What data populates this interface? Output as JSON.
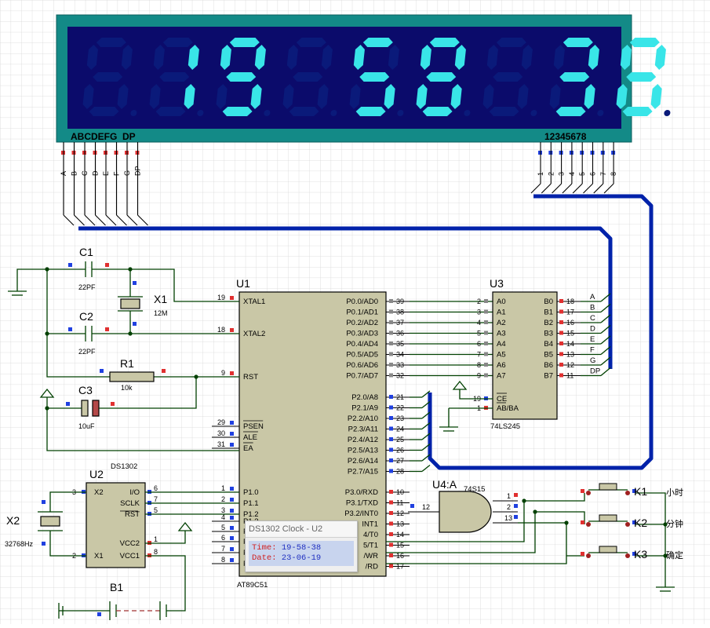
{
  "display": {
    "digits": [
      "",
      "1",
      "9",
      "",
      "5",
      "8",
      "",
      "3",
      "8"
    ],
    "segment_label": "ABCDEFG  DP",
    "digit_label": "12345678",
    "segment_pins": [
      "A",
      "B",
      "C",
      "D",
      "E",
      "F",
      "G",
      "DP"
    ],
    "digit_pins": [
      "1",
      "2",
      "3",
      "4",
      "5",
      "6",
      "7",
      "8"
    ],
    "colors": {
      "frame": "#138a87",
      "glass": "#0b0b6b",
      "seg_on": "#39e5e8",
      "seg_off": "#0a1a7a"
    }
  },
  "u1": {
    "ref": "U1",
    "part": "AT89C51",
    "left_pins": [
      {
        "num": "19",
        "name": "XTAL1"
      },
      {
        "num": "18",
        "name": "XTAL2"
      },
      {
        "num": "9",
        "name": "RST"
      },
      {
        "num": "29",
        "name": "PSEN"
      },
      {
        "num": "30",
        "name": "ALE"
      },
      {
        "num": "31",
        "name": "EA"
      },
      {
        "num": "1",
        "name": "P1.0"
      },
      {
        "num": "2",
        "name": "P1.1"
      },
      {
        "num": "3",
        "name": "P1.2"
      },
      {
        "num": "4",
        "name": "P1.3"
      },
      {
        "num": "5",
        "name": "P1.4"
      },
      {
        "num": "6",
        "name": "P1.5"
      },
      {
        "num": "7",
        "name": "P1.6"
      },
      {
        "num": "8",
        "name": "P1.7"
      }
    ],
    "right_pins": [
      {
        "num": "39",
        "name": "P0.0/AD0"
      },
      {
        "num": "38",
        "name": "P0.1/AD1"
      },
      {
        "num": "37",
        "name": "P0.2/AD2"
      },
      {
        "num": "36",
        "name": "P0.3/AD3"
      },
      {
        "num": "35",
        "name": "P0.4/AD4"
      },
      {
        "num": "34",
        "name": "P0.5/AD5"
      },
      {
        "num": "33",
        "name": "P0.6/AD6"
      },
      {
        "num": "32",
        "name": "P0.7/AD7"
      },
      {
        "num": "21",
        "name": "P2.0/A8"
      },
      {
        "num": "22",
        "name": "P2.1/A9"
      },
      {
        "num": "23",
        "name": "P2.2/A10"
      },
      {
        "num": "24",
        "name": "P2.3/A11"
      },
      {
        "num": "25",
        "name": "P2.4/A12"
      },
      {
        "num": "26",
        "name": "P2.5/A13"
      },
      {
        "num": "27",
        "name": "P2.6/A14"
      },
      {
        "num": "28",
        "name": "P2.7/A15"
      },
      {
        "num": "10",
        "name": "P3.0/RXD"
      },
      {
        "num": "11",
        "name": "P3.1/TXD"
      },
      {
        "num": "12",
        "name": "P3.2/INT0"
      },
      {
        "num": "13",
        "name": "INT1"
      },
      {
        "num": "14",
        "name": "4/T0"
      },
      {
        "num": "15",
        "name": "5/T1"
      },
      {
        "num": "16",
        "name": "/WR"
      },
      {
        "num": "17",
        "name": "/RD"
      }
    ]
  },
  "u3": {
    "ref": "U3",
    "part": "74LS245",
    "a_pins": [
      {
        "num": "2",
        "name": "A0"
      },
      {
        "num": "3",
        "name": "A1"
      },
      {
        "num": "4",
        "name": "A2"
      },
      {
        "num": "5",
        "name": "A3"
      },
      {
        "num": "6",
        "name": "A4"
      },
      {
        "num": "7",
        "name": "A5"
      },
      {
        "num": "8",
        "name": "A6"
      },
      {
        "num": "9",
        "name": "A7"
      }
    ],
    "b_pins": [
      {
        "num": "18",
        "name": "B0"
      },
      {
        "num": "17",
        "name": "B1"
      },
      {
        "num": "16",
        "name": "B2"
      },
      {
        "num": "15",
        "name": "B3"
      },
      {
        "num": "14",
        "name": "B4"
      },
      {
        "num": "13",
        "name": "B5"
      },
      {
        "num": "12",
        "name": "B6"
      },
      {
        "num": "11",
        "name": "B7"
      }
    ],
    "ctrl_pins": [
      {
        "num": "19",
        "name": "CE"
      },
      {
        "num": "1",
        "name": "AB/BA"
      }
    ],
    "bus_labels": [
      "A",
      "B",
      "C",
      "D",
      "E",
      "F",
      "G",
      "DP"
    ]
  },
  "u2": {
    "ref": "U2",
    "part": "DS1302",
    "left_pins": [
      {
        "num": "3",
        "name": "X2"
      },
      {
        "num": "2",
        "name": "X1"
      }
    ],
    "right_pins": [
      {
        "num": "6",
        "name": "I/O"
      },
      {
        "num": "7",
        "name": "SCLK"
      },
      {
        "num": "5",
        "name": "RST"
      },
      {
        "num": "1",
        "name": "VCC2"
      },
      {
        "num": "8",
        "name": "VCC1"
      }
    ]
  },
  "u4": {
    "ref": "U4:A",
    "part": "74S15",
    "inputs": [
      "1",
      "2",
      "13"
    ],
    "output": "12"
  },
  "components": {
    "c1": {
      "ref": "C1",
      "value": "22PF"
    },
    "c2": {
      "ref": "C2",
      "value": "22PF"
    },
    "c3": {
      "ref": "C3",
      "value": "10uF"
    },
    "x1": {
      "ref": "X1",
      "value": "12M"
    },
    "x2": {
      "ref": "X2",
      "value": "32768Hz"
    },
    "r1": {
      "ref": "R1",
      "value": "10k"
    },
    "b1": {
      "ref": "B1"
    }
  },
  "keys": [
    {
      "ref": "K1",
      "label": "小时"
    },
    {
      "ref": "K2",
      "label": "分钟"
    },
    {
      "ref": "K3",
      "label": "确定"
    }
  ],
  "popup": {
    "title": "DS1302 Clock - U2",
    "time_label": "Time:",
    "time_value": "19-58-38",
    "date_label": "Date:",
    "date_value": "23-06-19"
  }
}
